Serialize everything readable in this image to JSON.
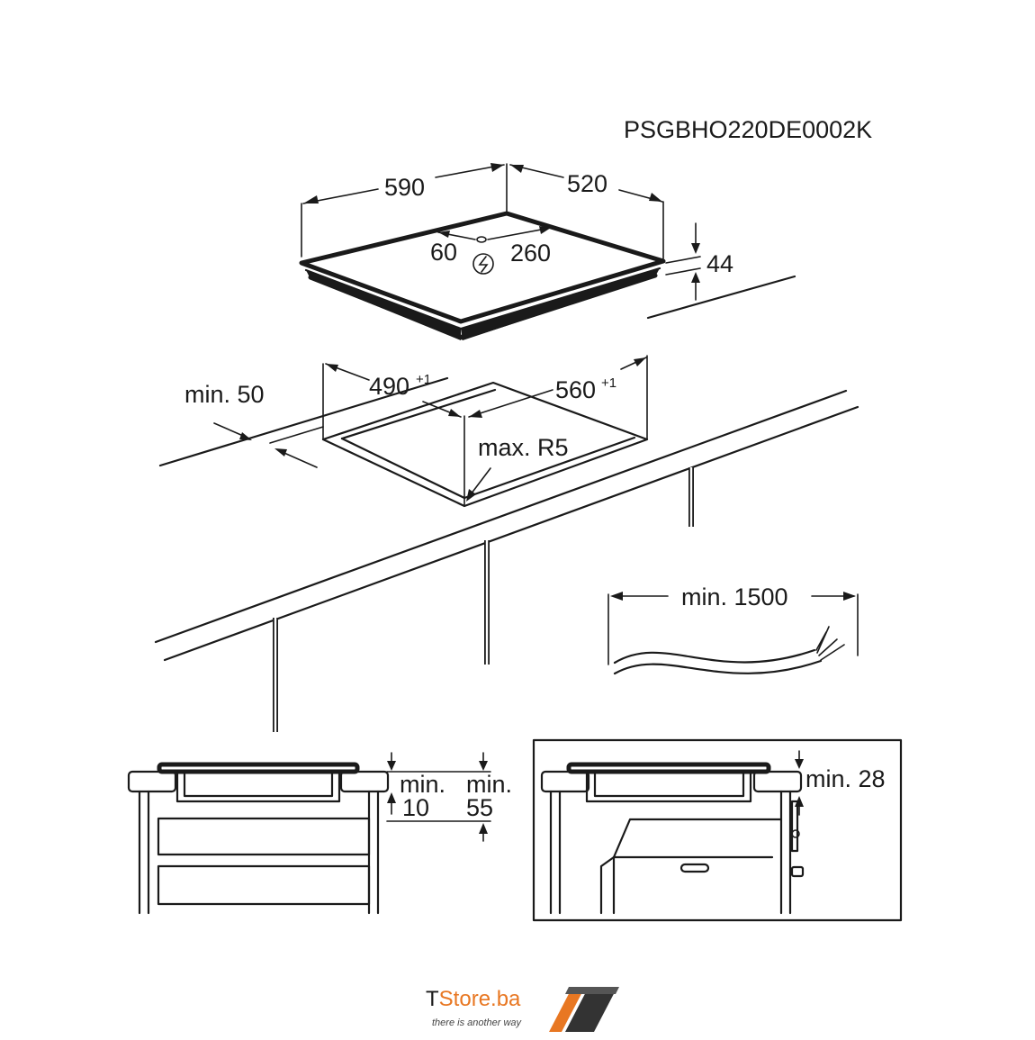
{
  "diagram": {
    "model_code": "PSGBHO220DE0002K",
    "hob_dimensions": {
      "width": "590",
      "depth": "520",
      "height": "44",
      "cable_offset_side": "60",
      "cable_offset_front": "260"
    },
    "cutout": {
      "width": "490",
      "width_tolerance": "+1",
      "depth": "560",
      "depth_tolerance": "+1",
      "corner_radius": "max. R5",
      "min_distance_wall": "min. 50"
    },
    "cable": {
      "min_length": "min. 1500"
    },
    "drawer_install": {
      "clearance_label_1": "min.",
      "clearance_value_1": "10",
      "clearance_label_2": "min.",
      "clearance_value_2": "55"
    },
    "oven_install": {
      "clearance": "min. 28"
    }
  },
  "branding": {
    "logo_letter": "T",
    "logo_name": "Store.ba",
    "tagline": "there is another way",
    "colors": {
      "accent": "#e87722",
      "dark": "#333333"
    }
  }
}
